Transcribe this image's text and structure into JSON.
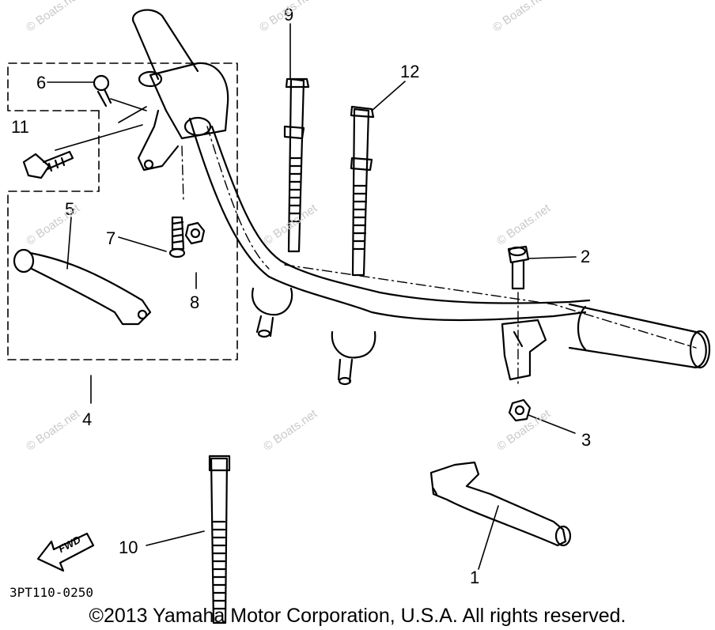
{
  "diagram": {
    "callouts": [
      "1",
      "2",
      "3",
      "4",
      "5",
      "6",
      "7",
      "8",
      "9",
      "10",
      "11",
      "12"
    ],
    "fwd_label": "FWD",
    "part_code": "3PT110-0250",
    "copyright": "©2013 Yamaha Motor Corporation, U.S.A. All rights reserved.",
    "watermark": "© Boats.net",
    "colors": {
      "line": "#000000",
      "background": "#ffffff",
      "watermark": "#c9c9c9"
    }
  }
}
